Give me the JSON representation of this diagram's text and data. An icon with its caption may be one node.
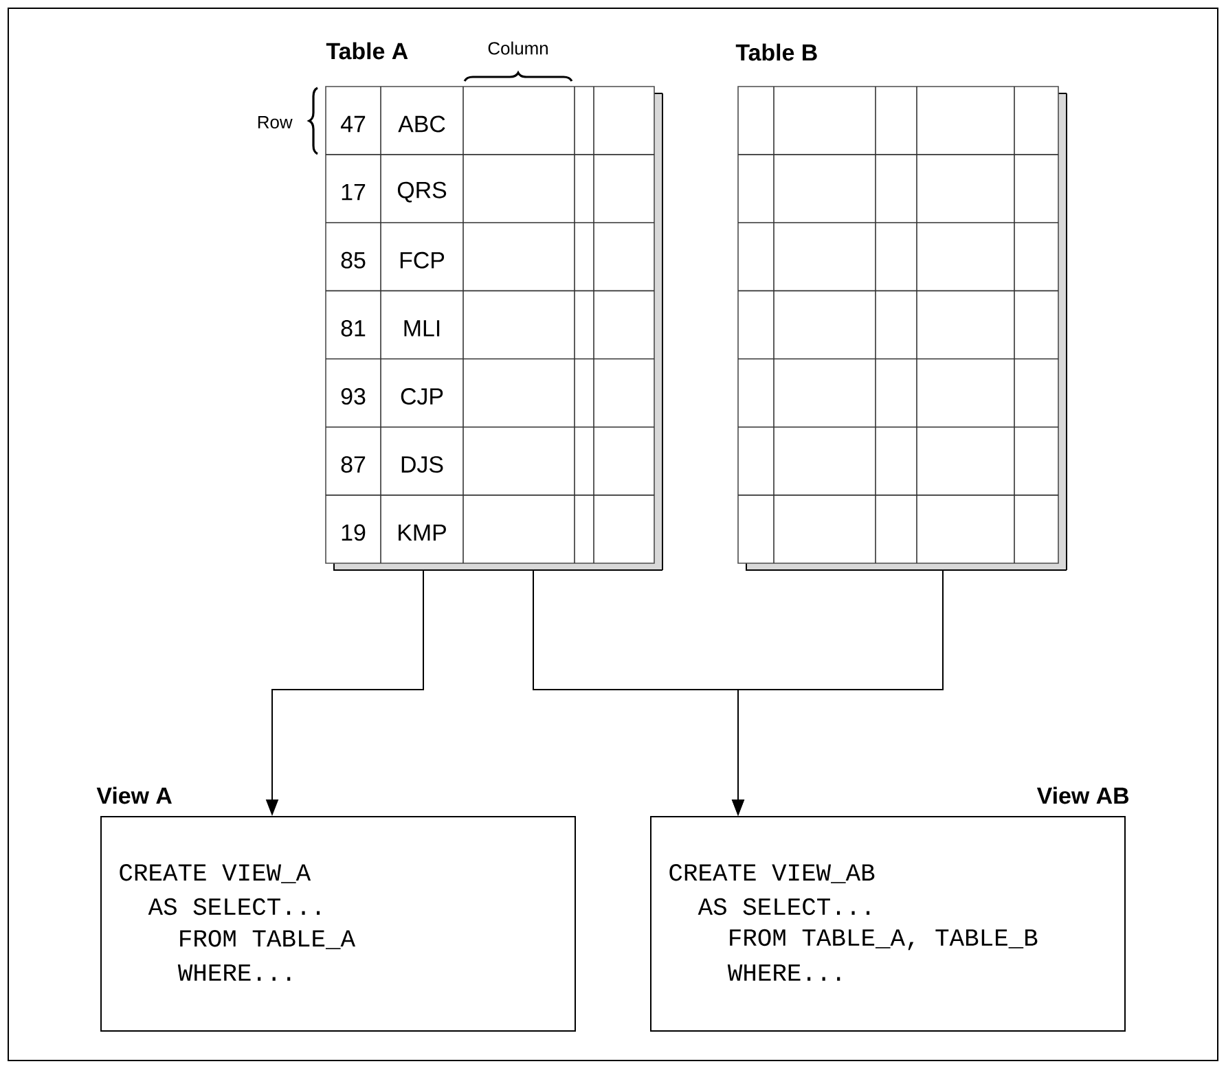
{
  "diagram": {
    "nodes": [
      {
        "text": [
          "Table A"
        ]
      },
      {
        "text": [
          "Table B"
        ]
      },
      {
        "text": [
          "View A",
          "CREATE VIEW_A",
          "AS SELECT...",
          "FROM TABLE_A",
          "WHERE..."
        ]
      },
      {
        "text": [
          "View AB",
          "CREATE VIEW_AB",
          "AS SELECT...",
          "FROM TABLE_A, TABLE_B",
          "WHERE..."
        ]
      }
    ],
    "edges": [
      {
        "from": 0,
        "to": 2,
        "arrow": "to"
      },
      {
        "from": 0,
        "to": 3,
        "arrow": "to"
      },
      {
        "from": 1,
        "to": 3,
        "arrow": "to"
      }
    ],
    "labels": [
      "Column",
      "Row",
      "47",
      "ABC",
      "17",
      "QRS",
      "85",
      "FCP",
      "81",
      "MLI",
      "93",
      "CJP",
      "87",
      "DJS",
      "19",
      "KMP"
    ]
  }
}
